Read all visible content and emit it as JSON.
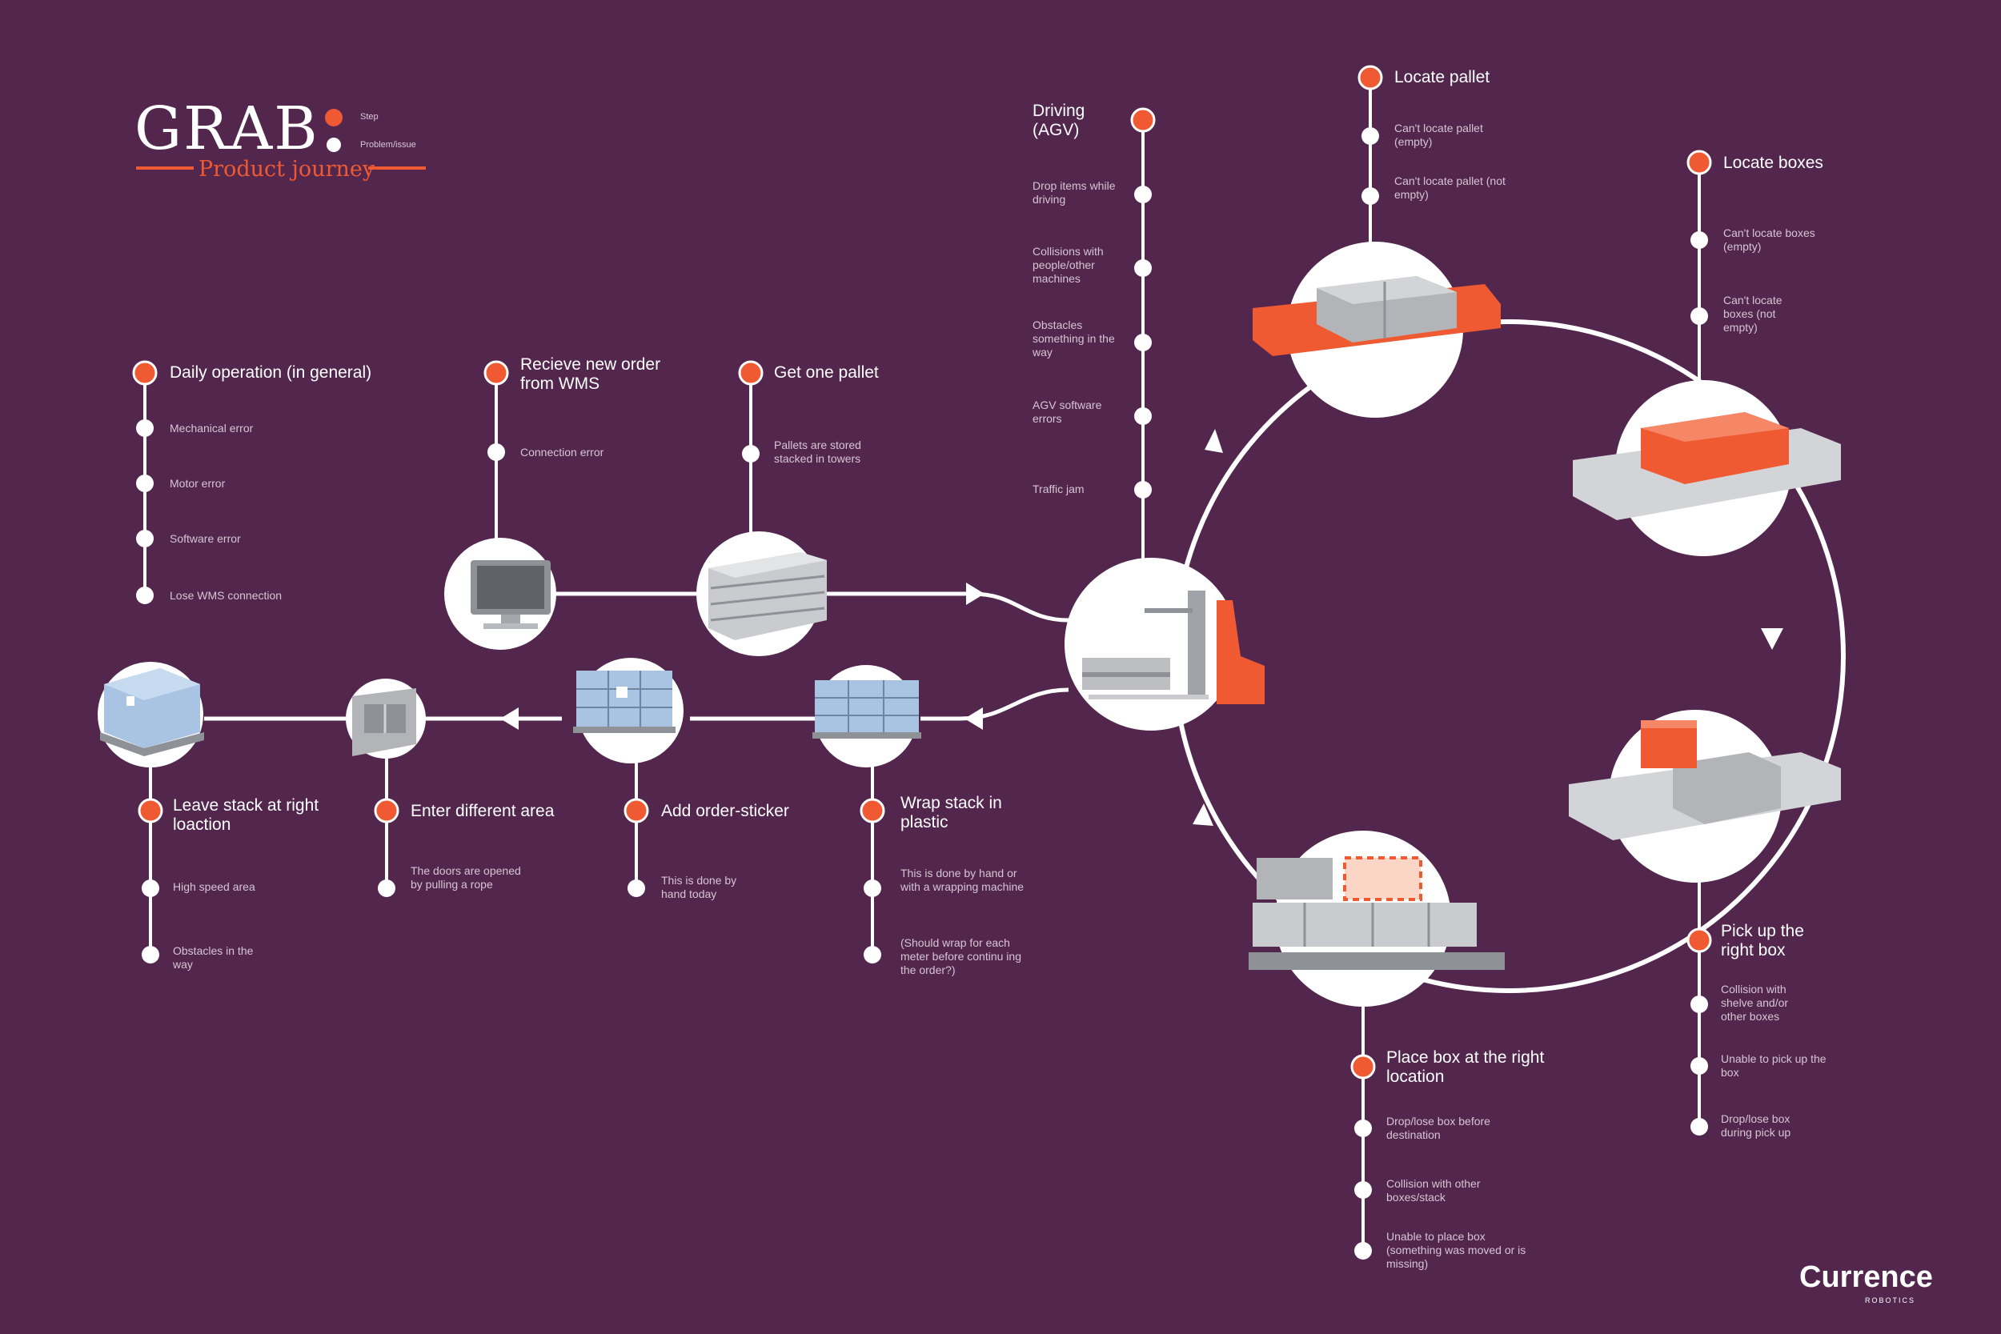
{
  "header": {
    "title": "GRAB",
    "subtitle": "Product journey",
    "legend": [
      {
        "label": "Step",
        "color": "#ef5a32"
      },
      {
        "label": "Problem/issue",
        "color": "#ffffff"
      }
    ]
  },
  "colors": {
    "background": "#52264d",
    "accent": "#ef5a32",
    "line": "#ffffff"
  },
  "steps": {
    "daily": {
      "title": "Daily operation (in general)",
      "issues": [
        "Mechanical error",
        "Motor error",
        "Software error",
        "Lose WMS connection"
      ]
    },
    "receive": {
      "title": "Recieve new order from WMS",
      "issues": [
        "Connection error"
      ]
    },
    "pallet": {
      "title": "Get one pallet",
      "issues": [
        "Pallets are stored stacked in towers"
      ]
    },
    "driving": {
      "title": "Driving (AGV)",
      "issues": [
        "Drop items while driving",
        "Collisions with people/other machines",
        "Obstacles something in the way",
        "AGV software errors",
        "Traffic jam"
      ]
    },
    "locate_pallet": {
      "title": "Locate pallet",
      "issues": [
        "Can't locate pallet (empty)",
        "Can't locate pallet (not empty)"
      ]
    },
    "locate_boxes": {
      "title": "Locate boxes",
      "issues": [
        "Can't locate boxes (empty)",
        "Can't locate boxes (not empty)"
      ]
    },
    "pickup": {
      "title": "Pick up the right box",
      "issues": [
        "Collision with shelve and/or other boxes",
        "Unable to pick up the box",
        "Drop/lose box during pick up"
      ]
    },
    "place": {
      "title": "Place box at the right location",
      "issues": [
        "Drop/lose box before destination",
        "Collision with other boxes/stack",
        "Unable to place box (something was moved or is missing)"
      ]
    },
    "wrap": {
      "title": "Wrap stack in plastic",
      "issues": [
        "This is done by hand or with a wrapping machine",
        "(Should wrap for each meter before continu ing the order?)"
      ]
    },
    "sticker": {
      "title": "Add order-sticker",
      "issues": [
        "This is done by hand today"
      ]
    },
    "enter": {
      "title": "Enter different area",
      "issues": [
        "The doors are opened by pulling a rope"
      ]
    },
    "leave": {
      "title": "Leave stack at right loaction",
      "issues": [
        "High speed area",
        "Obstacles in the way"
      ]
    }
  },
  "brand": {
    "name": "Currence",
    "tagline": "ROBOTICS"
  }
}
